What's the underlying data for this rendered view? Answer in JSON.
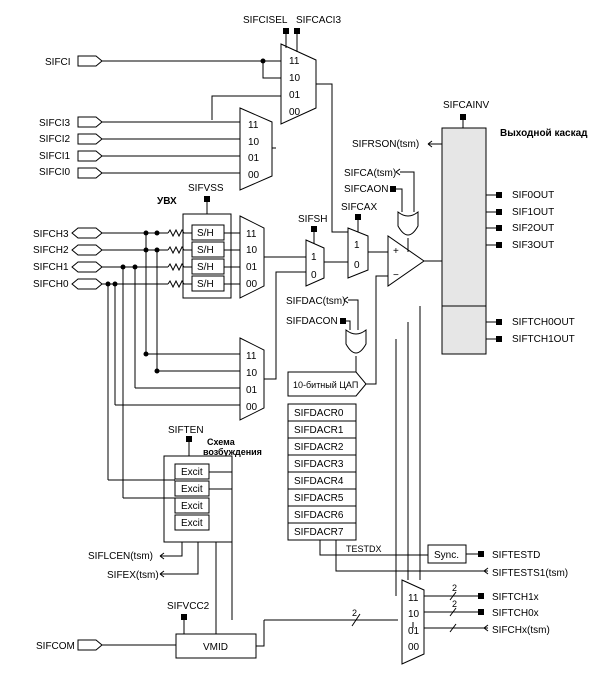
{
  "labels": {
    "sifcisel": "SIFCISEL",
    "sifcaci3": "SIFCACI3",
    "sifci": "SIFCI",
    "sifci3": "SIFCI3",
    "sifci2": "SIFCI2",
    "sifci1": "SIFCI1",
    "sifci0": "SIFCI0",
    "sifvss": "SIFVSS",
    "uvx": "УВХ",
    "sifch3": "SIFCH3",
    "sifch2": "SIFCH2",
    "sifch1": "SIFCH1",
    "sifch0": "SIFCH0",
    "sifsh": "SIFSH",
    "sifcax": "SIFCAX",
    "sifcaon": "SIFCAON",
    "sifca": "SIFCA(tsm)",
    "sifrson": "SIFRSON(tsm)",
    "sifcainv": "SIFCAINV",
    "output_stage": "Выходной каскад",
    "sif0out": "SIF0OUT",
    "sif1out": "SIF1OUT",
    "sif2out": "SIF2OUT",
    "sif3out": "SIF3OUT",
    "siftch0out": "SIFTCH0OUT",
    "siftch1out": "SIFTCH1OUT",
    "sifdac": "SIFDAC(tsm)",
    "sifdacon": "SIFDACON",
    "dac_title": "10-битный ЦАП",
    "dac_regs": [
      "SIFDACR0",
      "SIFDACR1",
      "SIFDACR2",
      "SIFDACR3",
      "SIFDACR4",
      "SIFDACR5",
      "SIFDACR6",
      "SIFDACR7"
    ],
    "sifte": "SIFTEN",
    "excite_title_1": "Схема",
    "excite_title_2": "возбуждения",
    "excit": "Excit",
    "sh": "S/H",
    "siflcen": "SIFLCEN(tsm)",
    "sifex": "SIFEX(tsm)",
    "sifvcc2": "SIFVCC2",
    "sifcom": "SIFCOM",
    "vmid": "VMID",
    "testdx": "TESTDX",
    "sync": "Sync.",
    "siftestd": "SIFTESTD",
    "siftests1": "SIFTESTS1(tsm)",
    "siftch1x": "SIFTCH1x",
    "siftch0x": "SIFTCH0x",
    "sifchx": "SIFCHx(tsm)",
    "bus_width": "2",
    "plus": "+",
    "minus": "−",
    "mux_inputs": [
      "11",
      "10",
      "01",
      "00"
    ],
    "mux2_inputs": [
      "1",
      "0"
    ]
  }
}
